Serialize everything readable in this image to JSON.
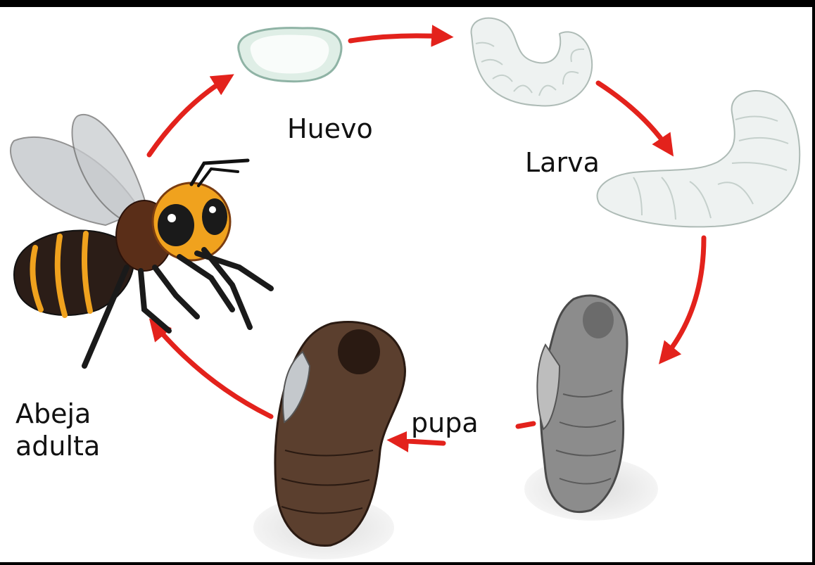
{
  "stages": {
    "egg": {
      "label": "Huevo",
      "icon": "egg-icon"
    },
    "larva": {
      "label": "Larva",
      "icon": "larva-icon"
    },
    "pupa": {
      "label": "pupa",
      "icon": "pupa-icon"
    },
    "adult": {
      "label_line1": "Abeja",
      "label_line2": "adulta",
      "icon": "bee-icon"
    }
  },
  "colors": {
    "arrow": "#e3221c",
    "egg": "#dfeee6",
    "larva": "#eef2f1",
    "pupa_gray": "#8c8c8c",
    "pupa_brown": "#5b3f2e",
    "bee_orange": "#f0a21e",
    "bee_body": "#2b1d17",
    "shadow": "#e6e6e6",
    "frame": "#000000"
  }
}
